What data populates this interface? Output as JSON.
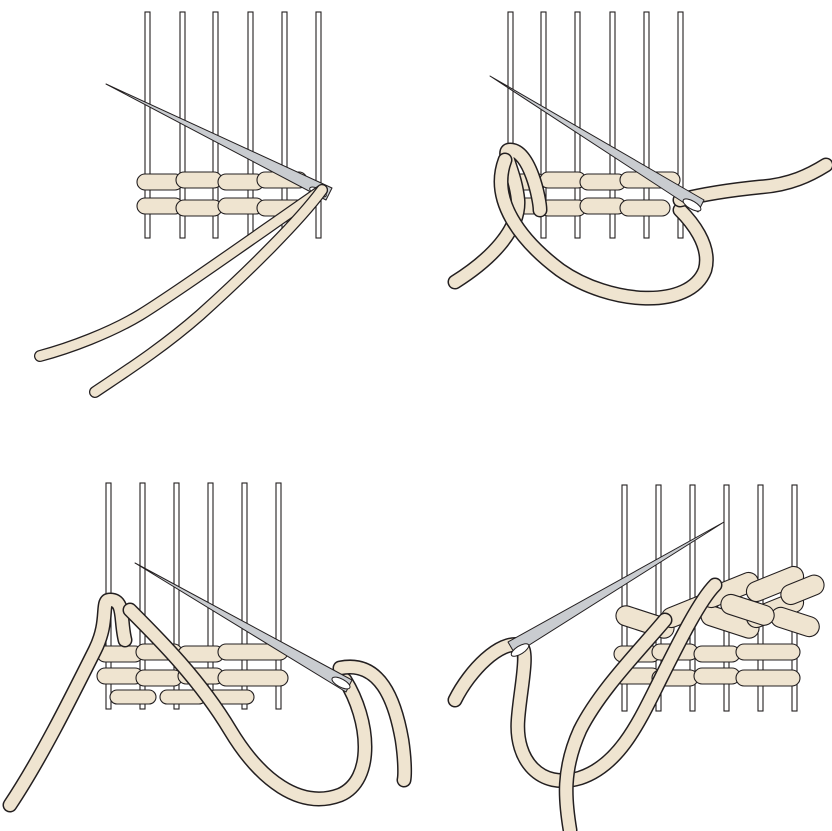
{
  "figure": {
    "panels": [
      {
        "id": "step-1",
        "name": "panel-step-1"
      },
      {
        "id": "step-2",
        "name": "panel-step-2"
      },
      {
        "id": "step-3",
        "name": "panel-step-3"
      },
      {
        "id": "step-4",
        "name": "panel-step-4"
      }
    ],
    "colors": {
      "yarn": "#efe4d0",
      "outline": "#231f20",
      "needle": "#c9ccd0",
      "warp": "#ffffff",
      "background": "#ffffff"
    }
  }
}
